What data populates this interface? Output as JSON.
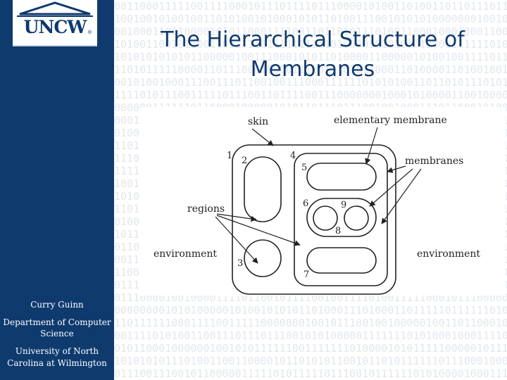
{
  "slide": {
    "title_line1": "The Hierarchical Structure of",
    "title_line2": "Membranes"
  },
  "sidebar": {
    "logo_text": "UNCW",
    "logo_mark": "®",
    "author": "Curry Guinn",
    "department_line1": "Department of Computer",
    "department_line2": "Science",
    "university_line1": "University of North",
    "university_line2": "Carolina at Wilmington"
  },
  "diagram": {
    "labels": {
      "skin": "skin",
      "elementary_membrane": "elementary membrane",
      "membranes": "membranes",
      "regions": "regions",
      "environment_left": "environment",
      "environment_right": "environment"
    },
    "region_numbers": [
      "1",
      "2",
      "3",
      "4",
      "5",
      "6",
      "7",
      "8",
      "9"
    ]
  },
  "colors": {
    "sidebar": "#0e3a6e",
    "title": "#0e3a6e",
    "binary": "#e2e7ee"
  }
}
